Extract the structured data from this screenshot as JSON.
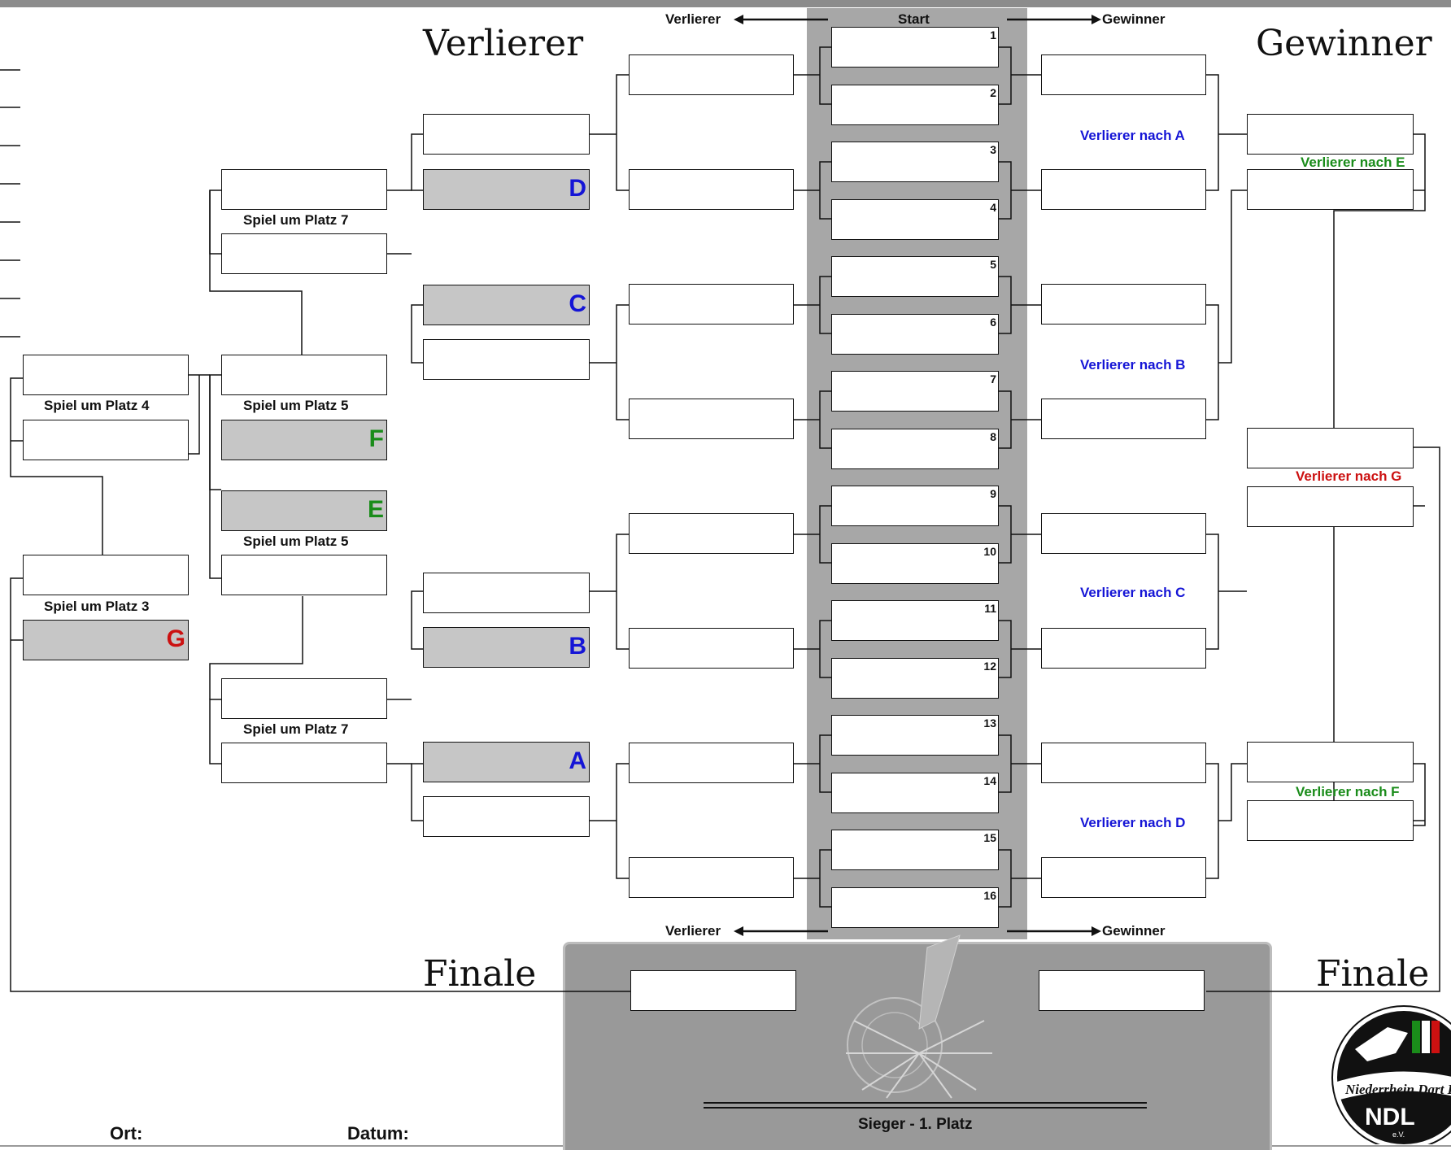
{
  "headings": {
    "losers": "Verlierer",
    "winners": "Gewinner",
    "final_left": "Finale",
    "final_right": "Finale"
  },
  "arrows": {
    "top_left": "Verlierer",
    "top_center": "Start",
    "top_right": "Gewinner",
    "bottom_left": "Verlierer",
    "bottom_right": "Gewinner"
  },
  "start_slots": [
    "1",
    "2",
    "3",
    "4",
    "5",
    "6",
    "7",
    "8",
    "9",
    "10",
    "11",
    "12",
    "13",
    "14",
    "15",
    "16"
  ],
  "letters": {
    "A": {
      "text": "A",
      "color": "#1515d6"
    },
    "B": {
      "text": "B",
      "color": "#1515d6"
    },
    "C": {
      "text": "C",
      "color": "#1515d6"
    },
    "D": {
      "text": "D",
      "color": "#1515d6"
    },
    "E": {
      "text": "E",
      "color": "#1a8c1a"
    },
    "F": {
      "text": "F",
      "color": "#1a8c1a"
    },
    "G": {
      "text": "G",
      "color": "#cc1111"
    }
  },
  "match_labels": {
    "platz7_top": "Spiel um Platz 7",
    "platz4": "Spiel um Platz 4",
    "platz5_top": "Spiel um Platz 5",
    "platz5_bottom": "Spiel um Platz 5",
    "platz3": "Spiel um Platz 3",
    "platz7_bottom": "Spiel um Platz 7"
  },
  "loser_notes": {
    "to_a": "Verlierer nach A",
    "to_b": "Verlierer nach B",
    "to_c": "Verlierer nach C",
    "to_d": "Verlierer nach D",
    "to_e": "Verlierer nach E",
    "to_f": "Verlierer nach F",
    "to_g": "Verlierer nach G"
  },
  "colors": {
    "blue": "#1515d6",
    "green": "#1a8c1a",
    "red": "#cc1111",
    "column_grey": "#a7a7a7",
    "box_grey": "#c6c6c6"
  },
  "footer": {
    "place": "Ort:",
    "date": "Datum:",
    "winner": "Sieger - 1. Platz"
  },
  "logo": {
    "name": "Niederrhein Dart Liga",
    "abbr": "NDL",
    "suffix": "e.V."
  }
}
